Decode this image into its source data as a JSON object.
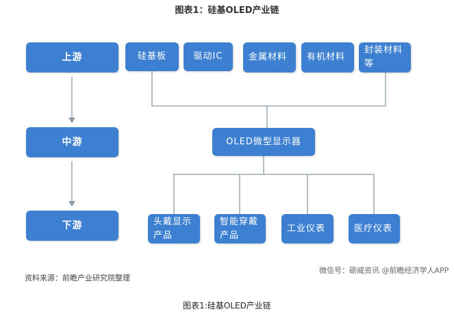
{
  "title": "图表1：硅基OLED产业链",
  "stages": {
    "upstream": "上游",
    "midstream": "中游",
    "downstream": "下游"
  },
  "upstream_items": [
    "硅基板",
    "驱动IC",
    "金属材料",
    "有机材料",
    "封装材料等"
  ],
  "midstream_item": "OLED微型显示器",
  "downstream_items": [
    "头戴显示产品",
    "智能穿戴产品",
    "工业仪表",
    "医疗仪表"
  ],
  "source": "资料来源：前瞻产业研究院整理",
  "watermark": "微信号：砺威资讯 @前瞻经济学人APP",
  "caption": "图表1:硅基OLED产业链",
  "colors": {
    "box": "#3d7fd0",
    "line": "#8a9aa8"
  }
}
